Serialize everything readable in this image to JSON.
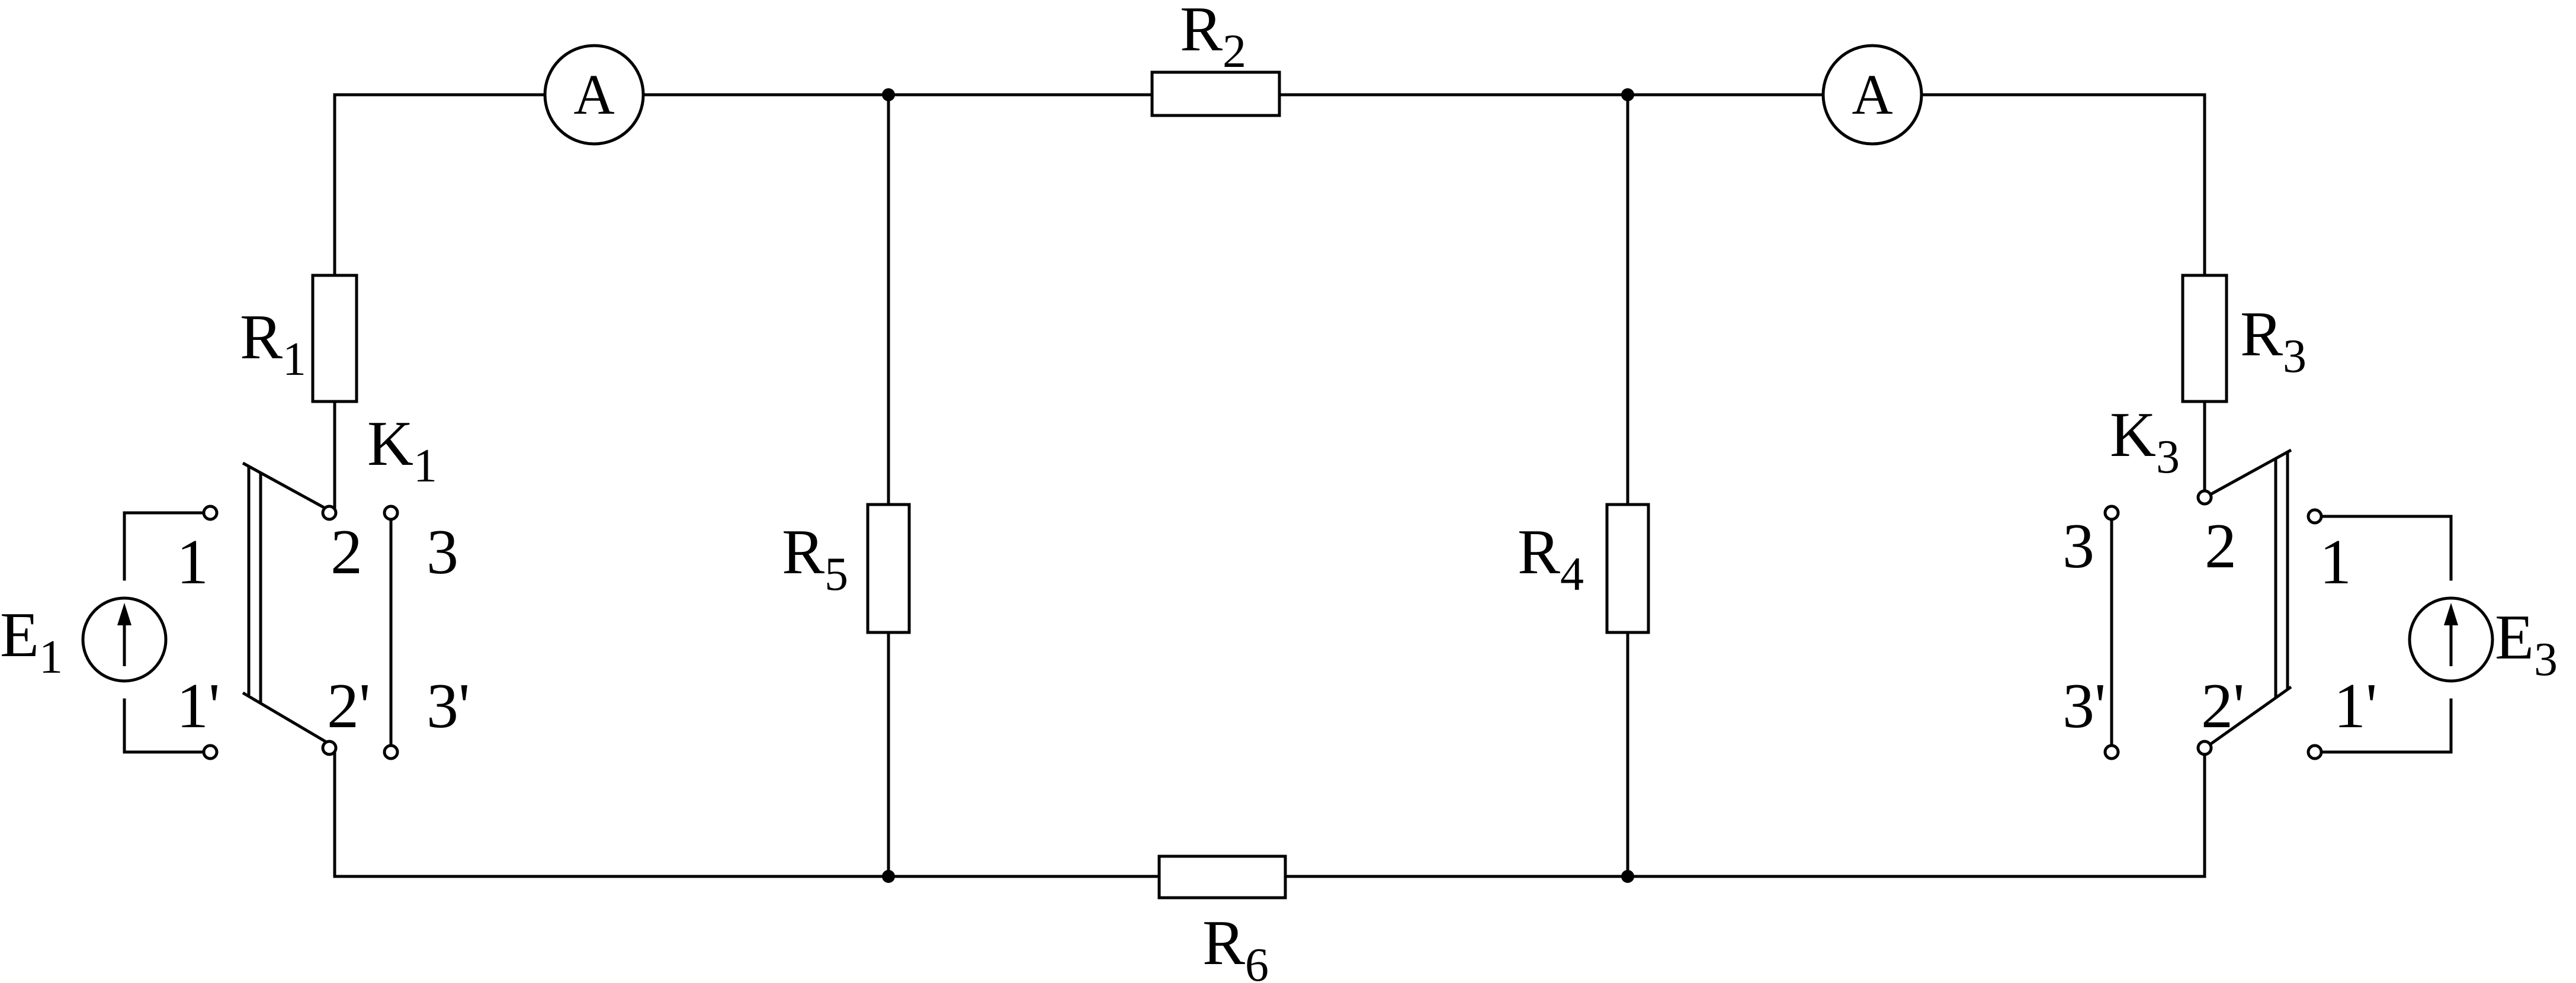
{
  "components": {
    "R1": {
      "name": "R",
      "sub": "1"
    },
    "R2": {
      "name": "R",
      "sub": "2"
    },
    "R3": {
      "name": "R",
      "sub": "3"
    },
    "R4": {
      "name": "R",
      "sub": "4"
    },
    "R5": {
      "name": "R",
      "sub": "5"
    },
    "R6": {
      "name": "R",
      "sub": "6"
    },
    "E1": {
      "name": "E",
      "sub": "1"
    },
    "E3": {
      "name": "E",
      "sub": "3"
    },
    "K1": {
      "name": "K",
      "sub": "1"
    },
    "K3": {
      "name": "K",
      "sub": "3"
    }
  },
  "ammeter_symbol": "A",
  "switch_contacts": {
    "k1": {
      "c1": "1",
      "c1p": "1'",
      "c2": "2",
      "c2p": "2'",
      "c3": "3",
      "c3p": "3'"
    },
    "k3": {
      "c1": "1",
      "c1p": "1'",
      "c2": "2",
      "c2p": "2'",
      "c3": "3",
      "c3p": "3'"
    }
  }
}
